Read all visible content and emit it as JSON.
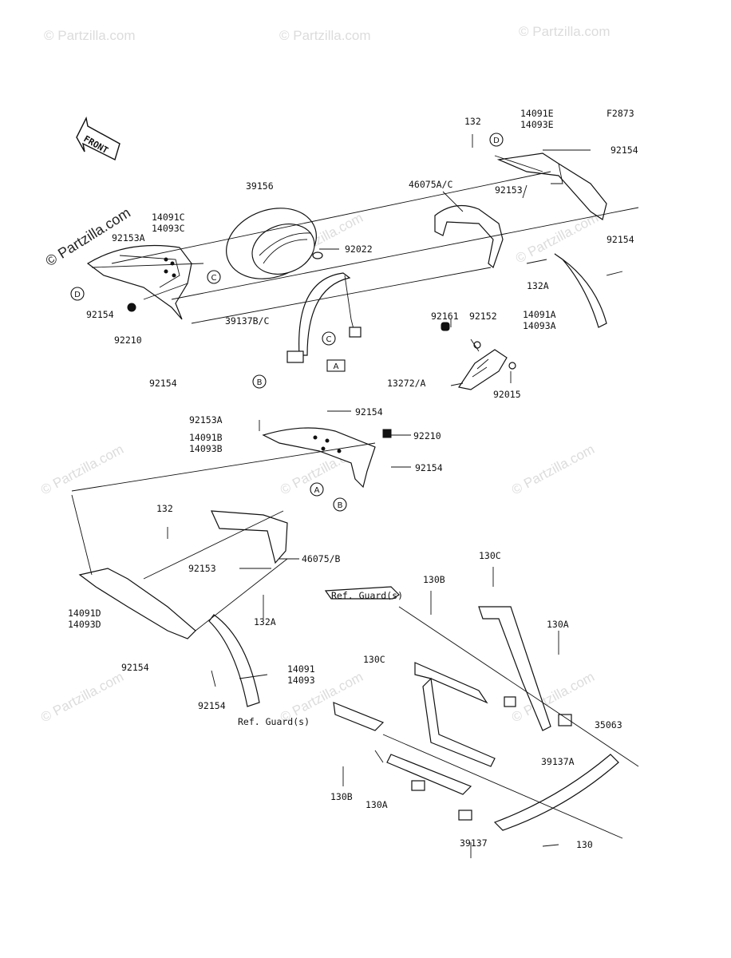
{
  "watermark": "© Partzilla.com",
  "figure_code": "F2873",
  "front_label": "FRONT",
  "ref_labels": [
    "A",
    "B",
    "C",
    "D"
  ],
  "parts": {
    "p132_top": "132",
    "p14091E": "14091E",
    "p14093E": "14093E",
    "p92154_top": "92154",
    "p39156": "39156",
    "p46075AC": "46075A/C",
    "p92153_top": "92153",
    "p14091C": "14091C",
    "p14093C": "14093C",
    "p92153A_top": "92153A",
    "p92022": "92022",
    "p92154_r": "92154",
    "p132A_top": "132A",
    "p92154_l1": "92154",
    "p92210_l": "92210",
    "p39137BC": "39137B/C",
    "p92161": "92161",
    "p92152": "92152",
    "p14091A": "14091A",
    "p14093A": "14093A",
    "p92154_l2": "92154",
    "p13272A": "13272/A",
    "p92015": "92015",
    "p92153A_mid": "92153A",
    "p92154_mid1": "92154",
    "p14091B": "14091B",
    "p14093B": "14093B",
    "p92210_mid": "92210",
    "p92154_mid2": "92154",
    "p132_mid": "132",
    "p46075B": "46075/B",
    "p92153_mid": "92153",
    "p130C_top": "130C",
    "p130B_top": "130B",
    "p_ref_guard_1": "Ref. Guard(s)",
    "p132A_mid": "132A",
    "p14091D": "14091D",
    "p14093D": "14093D",
    "p130A_r": "130A",
    "p130C_mid": "130C",
    "p14091": "14091",
    "p14093": "14093",
    "p92154_b1": "92154",
    "p92154_b2": "92154",
    "p_ref_guard_2": "Ref. Guard(s)",
    "p35063": "35063",
    "p39137A": "39137A",
    "p130B_bot": "130B",
    "p130A_bot": "130A",
    "p39137": "39137",
    "p130": "130"
  }
}
